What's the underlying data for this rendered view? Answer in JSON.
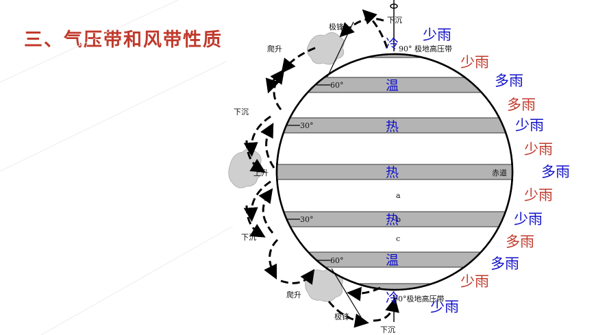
{
  "slide": {
    "title": "三、气压带和风带性质"
  },
  "diagram": {
    "labels": {
      "sink_top": "下沉",
      "sink_bottom": "下沉",
      "polar_front_top": "极锋",
      "polar_front_bottom": "极锋",
      "climb_top": "爬升",
      "climb_bottom": "爬升",
      "sink_left_top": "下沉",
      "sink_left_bottom": "下沉",
      "rise": "上升",
      "equator": "赤道",
      "high_top": "90° 极地高压带",
      "high_bottom": "90°极地高压带",
      "lat60_n": "60°",
      "lat30_n": "30°",
      "lat30_s": "30°",
      "lat60_s": "60°",
      "letter_a": "a",
      "letter_b": "b",
      "letter_c": "c"
    },
    "zones": [
      "冷",
      "温",
      "热",
      "热",
      "热",
      "温",
      "冷"
    ],
    "rain": [
      {
        "text": "少雨",
        "color": "#1010c8"
      },
      {
        "text": "少雨",
        "color": "#c0392b"
      },
      {
        "text": "多雨",
        "color": "#1010c8"
      },
      {
        "text": "多雨",
        "color": "#c0392b"
      },
      {
        "text": "少雨",
        "color": "#1010c8"
      },
      {
        "text": "少雨",
        "color": "#c0392b"
      },
      {
        "text": "多雨",
        "color": "#1010c8"
      },
      {
        "text": "少雨",
        "color": "#c0392b"
      },
      {
        "text": "少雨",
        "color": "#1010c8"
      },
      {
        "text": "多雨",
        "color": "#c0392b"
      },
      {
        "text": "多雨",
        "color": "#1010c8"
      },
      {
        "text": "少雨",
        "color": "#c0392b"
      },
      {
        "text": "少雨",
        "color": "#1010c8"
      }
    ]
  }
}
